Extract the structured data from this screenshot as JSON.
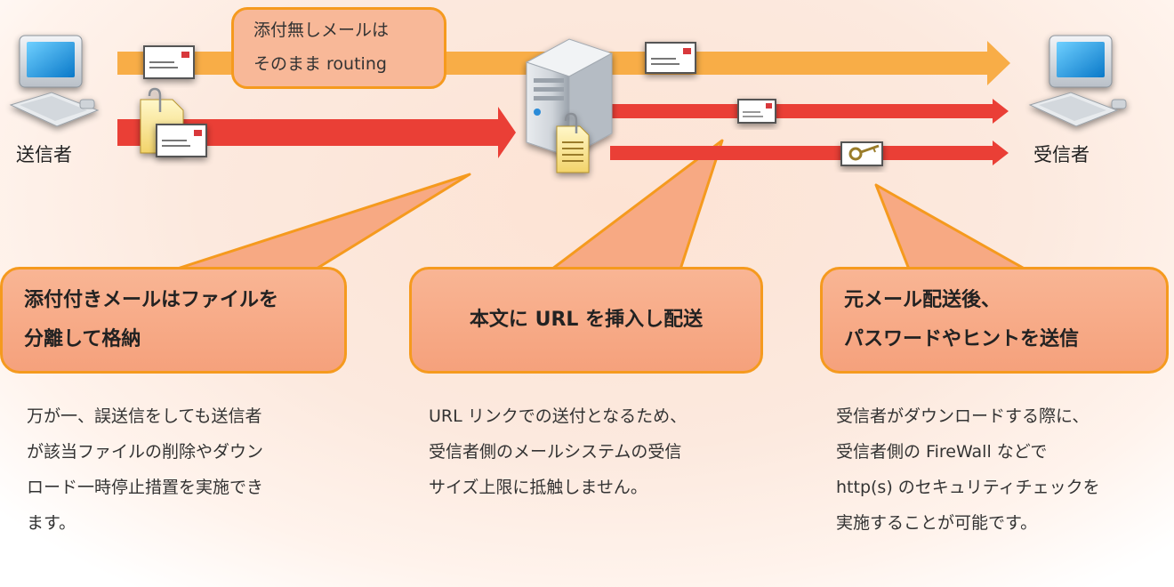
{
  "sender_label": "送信者",
  "receiver_label": "受信者",
  "bubble_lines": [
    "添付無しメールは",
    "そのまま routing"
  ],
  "callouts": [
    {
      "lines": [
        "添付付きメールはファイルを",
        "分離して格納"
      ]
    },
    {
      "lines": [
        "本文に URL を挿入し配送"
      ]
    },
    {
      "lines": [
        "元メール配送後、",
        "パスワードやヒントを送信"
      ]
    }
  ],
  "descriptions": [
    {
      "lines": [
        "万が一、誤送信をしても送信者",
        "が該当ファイルの削除やダウン",
        "ロード一時停止措置を実施でき",
        "ます。"
      ]
    },
    {
      "lines": [
        "URL リンクでの送付となるため、",
        "受信者側のメールシステムの受信",
        "サイズ上限に抵触しません。"
      ]
    },
    {
      "lines": [
        "受信者がダウンロードする際に、",
        "受信者側の FireWall などで",
        "http(s) のセキュリティチェックを",
        "実施することが可能です。"
      ]
    }
  ],
  "colors": {
    "orange_arrow": "#f8ad47",
    "red_arrow": "#ea3f36",
    "callout_fill": "#f7a983",
    "callout_border": "#f59a1e"
  },
  "icons": [
    "sender-computer-icon",
    "receiver-computer-icon",
    "server-icon",
    "envelope-icon",
    "attachment-icon",
    "document-icon",
    "key-envelope-icon"
  ]
}
